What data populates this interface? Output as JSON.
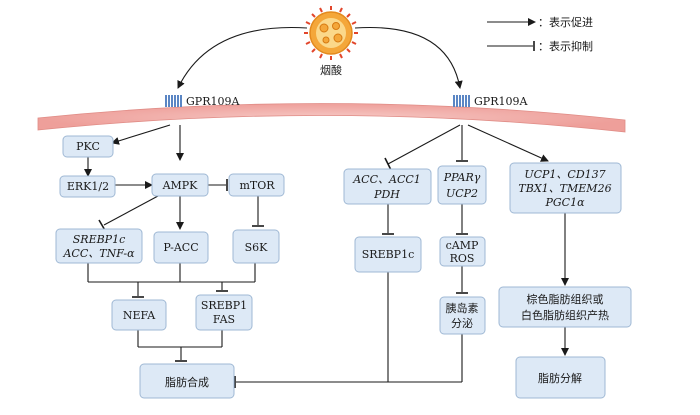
{
  "legend": {
    "promote": "：表示促进",
    "inhibit": "：表示抑制"
  },
  "niacin": "烟酸",
  "receptor_left": "GPR109A",
  "receptor_right": "GPR109A",
  "nodes": {
    "pkc": "PKC",
    "erk": "ERK1/2",
    "ampk": "AMPK",
    "mtor": "mTOR",
    "srebp_acc_line1": "SREBP1c",
    "srebp_acc_line2": "ACC、TNF-α",
    "pacc": "P-ACC",
    "s6k": "S6K",
    "nefa": "NEFA",
    "srebp1_fas_line1": "SREBP1",
    "srebp1_fas_line2": "FAS",
    "lipogenesis": "脂肪合成",
    "acc_pdh_line1": "ACC、ACC1",
    "acc_pdh_line2": "PDH",
    "srebp1c": "SREBP1c",
    "ppar_line1": "PPARγ",
    "ppar_line2": "UCP2",
    "camp_line1": "cAMP",
    "camp_line2": "ROS",
    "insulin_line1": "胰岛素",
    "insulin_line2": "分泌",
    "ucp_line1": "UCP1、CD137",
    "ucp_line2": "TBX1、TMEM26",
    "ucp_line3": "PGC1α",
    "thermo_line1": "棕色脂肪组织或",
    "thermo_line2": "白色脂肪组织产热",
    "lipolysis": "脂肪分解"
  },
  "colors": {
    "node_fill": "#dde9f6",
    "node_stroke": "#9fb8d4",
    "membrane": "#f2b6b2",
    "niacin_body": "#f4a73a",
    "niacin_spike": "#e2452b",
    "receptor": "#5b86c4"
  }
}
